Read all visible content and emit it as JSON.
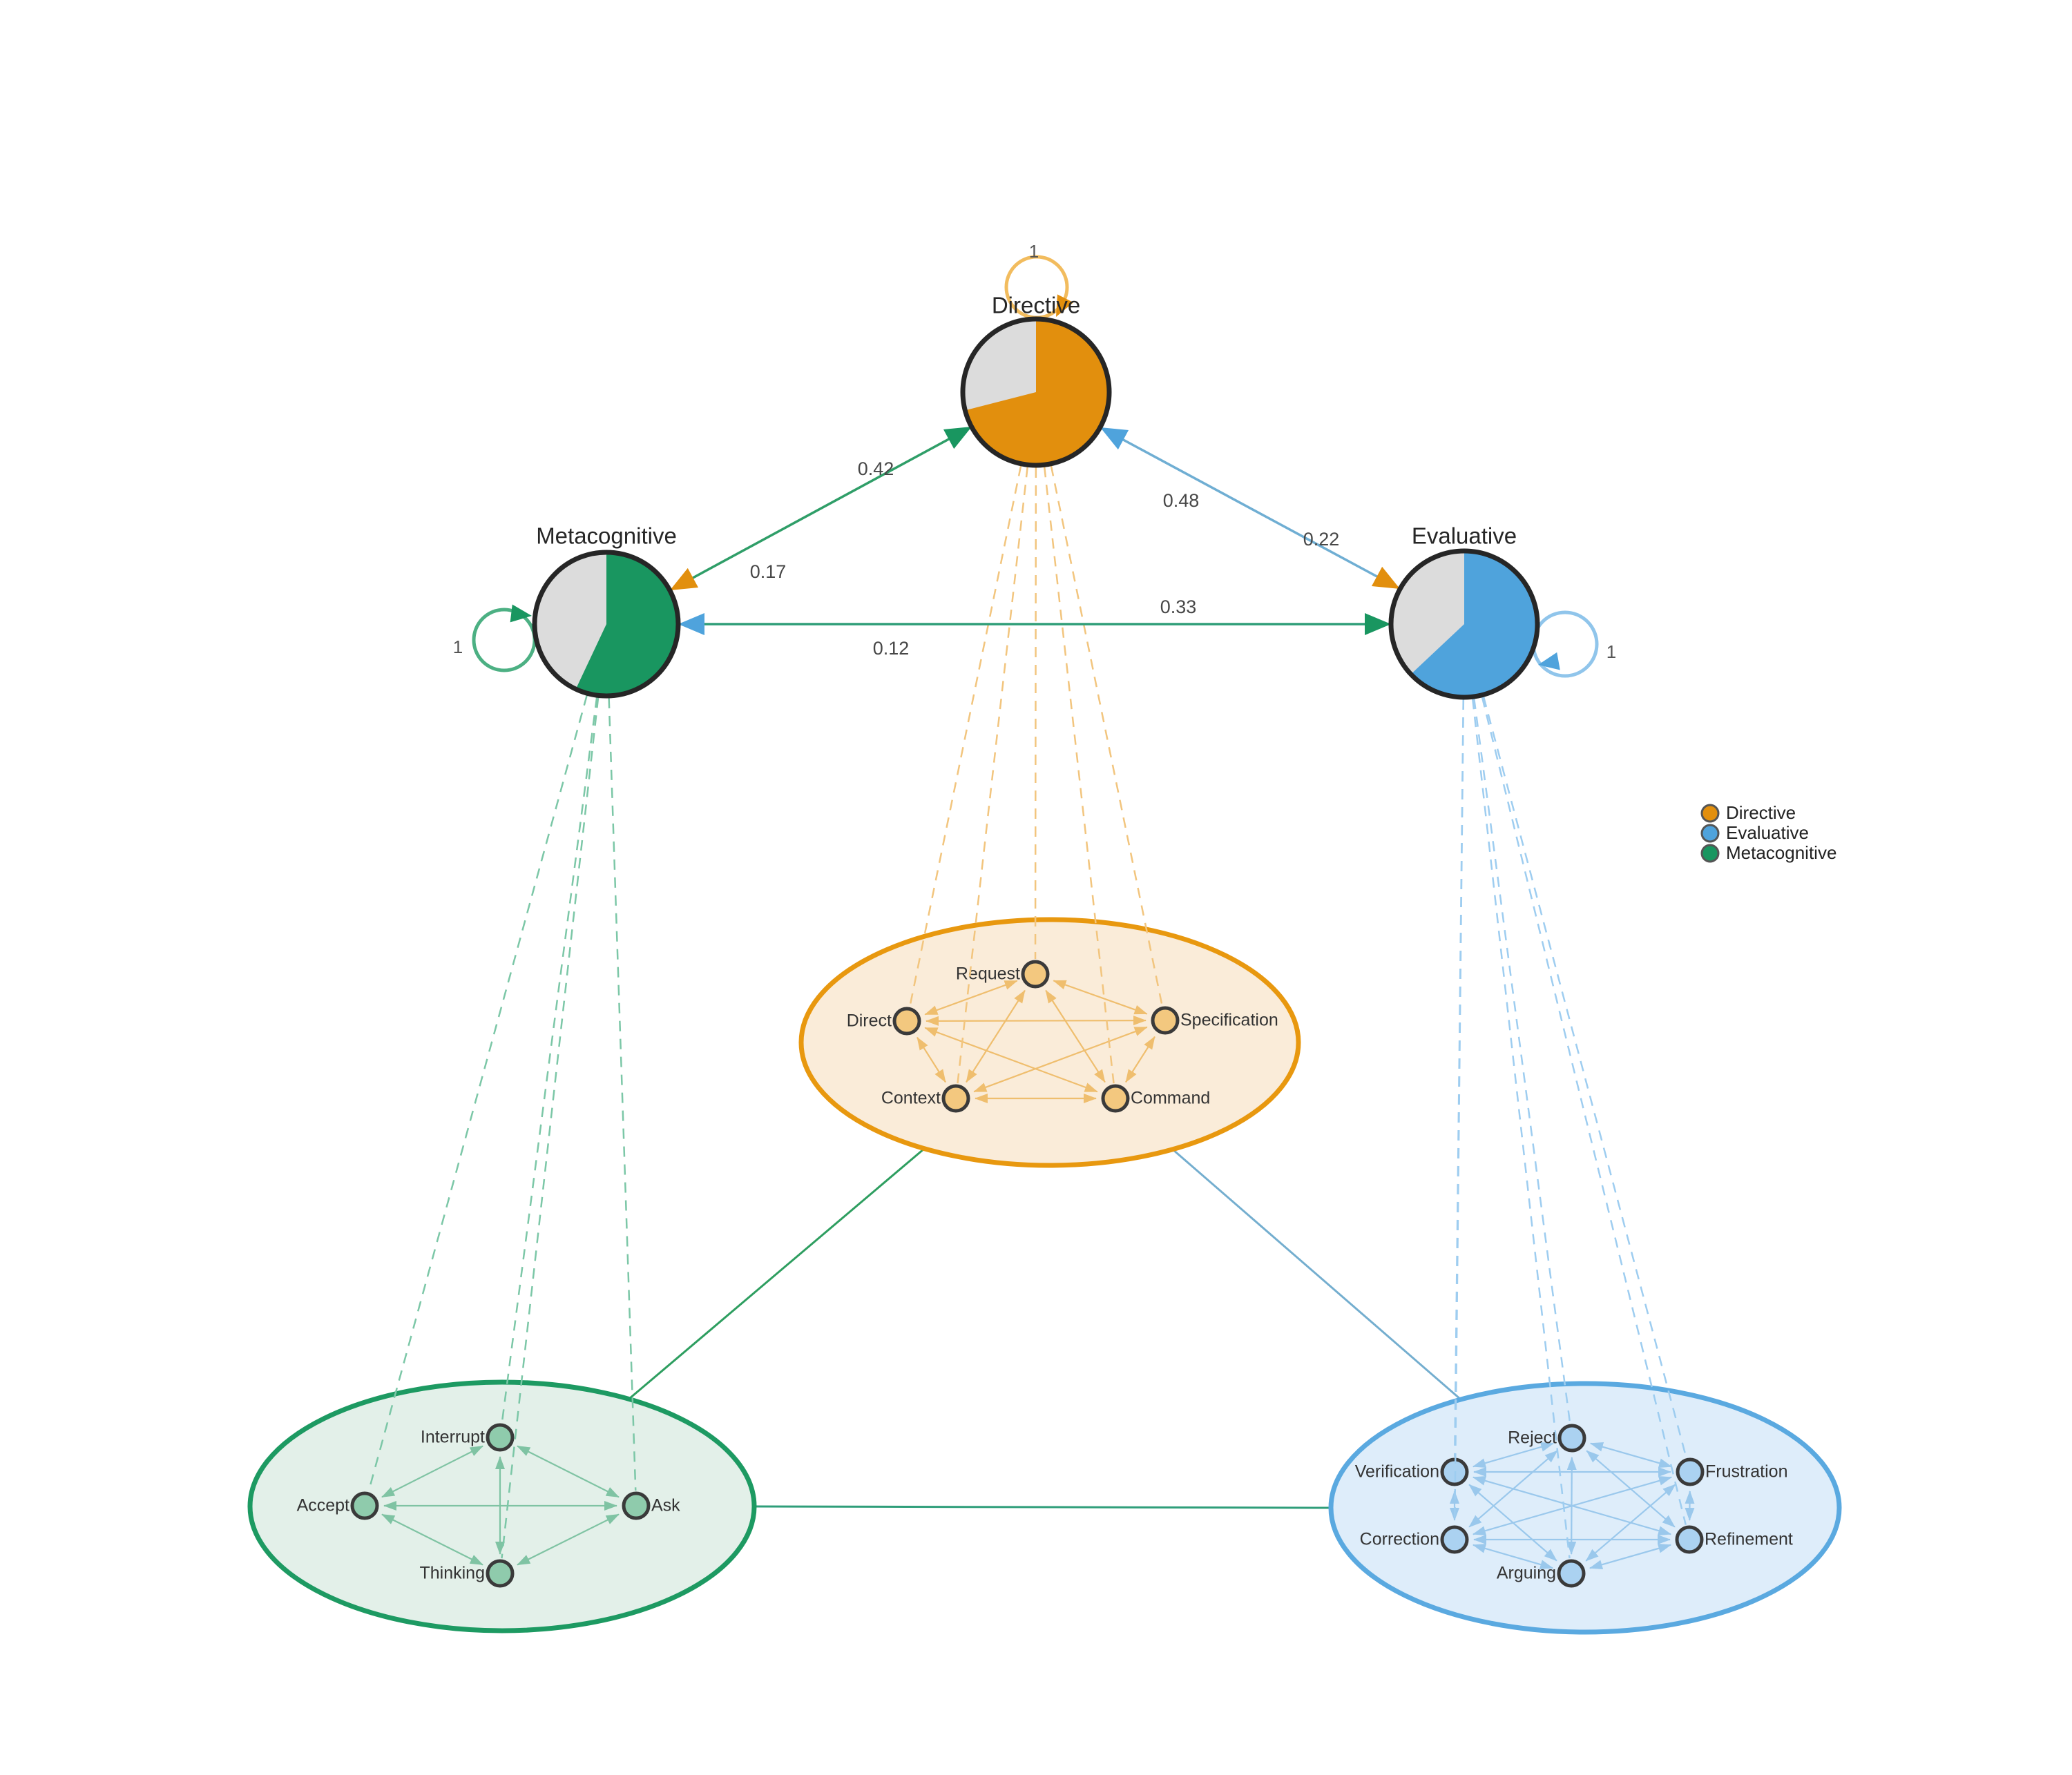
{
  "colors": {
    "orange": "#E28F0D",
    "green": "#199660",
    "blue": "#4FA3DC",
    "pie_gray": "#DCDCDC",
    "node_border": "#262626",
    "subnode_border": "#3A3A3A",
    "orange_loop": "#F2BC5E",
    "green_loop": "#4CB083",
    "blue_loop": "#90C5EB",
    "green_line": "#2F9E68",
    "blue_line": "#6FAED3",
    "teal_line": "#2F9E78",
    "link_green": "#2E9E60",
    "link_blue": "#74AECF",
    "link_teal": "#2F9E7A",
    "clusters": {
      "directive": {
        "fill": "#FAECD9",
        "stroke": "#E8980F",
        "node": "#F3C87F",
        "edge": "#EFBE6E",
        "dash": "#F2C57E"
      },
      "metacognitive": {
        "fill": "#E3F0E9",
        "stroke": "#1D9A62",
        "node": "#8FCBAC",
        "edge": "#7FC3A3",
        "dash": "#7CC7A7"
      },
      "evaluative": {
        "fill": "#DEEDFA",
        "stroke": "#5AA9E0",
        "node": "#ABD2F1",
        "edge": "#9AC8EC",
        "dash": "#9ECDF0"
      }
    }
  },
  "diagram": {
    "main_nodes": [
      {
        "id": "directive",
        "label": "Directive",
        "self_loop_label": "1",
        "color": "#E28F0D",
        "pie_fraction": 0.71
      },
      {
        "id": "metacognitive",
        "label": "Metacognitive",
        "self_loop_label": "1",
        "color": "#199660",
        "pie_fraction": 0.57
      },
      {
        "id": "evaluative",
        "label": "Evaluative",
        "self_loop_label": "1",
        "color": "#4FA3DC",
        "pie_fraction": 0.63
      }
    ],
    "transitions": [
      {
        "from": "metacognitive",
        "to": "directive",
        "label": "0.42"
      },
      {
        "from": "directive",
        "to": "metacognitive",
        "label": "0.17"
      },
      {
        "from": "evaluative",
        "to": "directive",
        "label": "0.48"
      },
      {
        "from": "directive",
        "to": "evaluative",
        "label": "0.22"
      },
      {
        "from": "metacognitive",
        "to": "evaluative",
        "label": "0.33"
      },
      {
        "from": "evaluative",
        "to": "metacognitive",
        "label": "0.12"
      }
    ],
    "clusters": [
      {
        "id": "directive",
        "sub_states": [
          "Request",
          "Direct",
          "Specification",
          "Context",
          "Command"
        ]
      },
      {
        "id": "metacognitive",
        "sub_states": [
          "Interrupt",
          "Accept",
          "Ask",
          "Thinking"
        ]
      },
      {
        "id": "evaluative",
        "sub_states": [
          "Reject",
          "Verification",
          "Frustration",
          "Correction",
          "Refinement",
          "Arguing"
        ]
      }
    ]
  },
  "legend": {
    "items": [
      {
        "label": "Directive",
        "color": "#E28F0D"
      },
      {
        "label": "Evaluative",
        "color": "#4FA3DC"
      },
      {
        "label": "Metacognitive",
        "color": "#199660"
      }
    ]
  }
}
